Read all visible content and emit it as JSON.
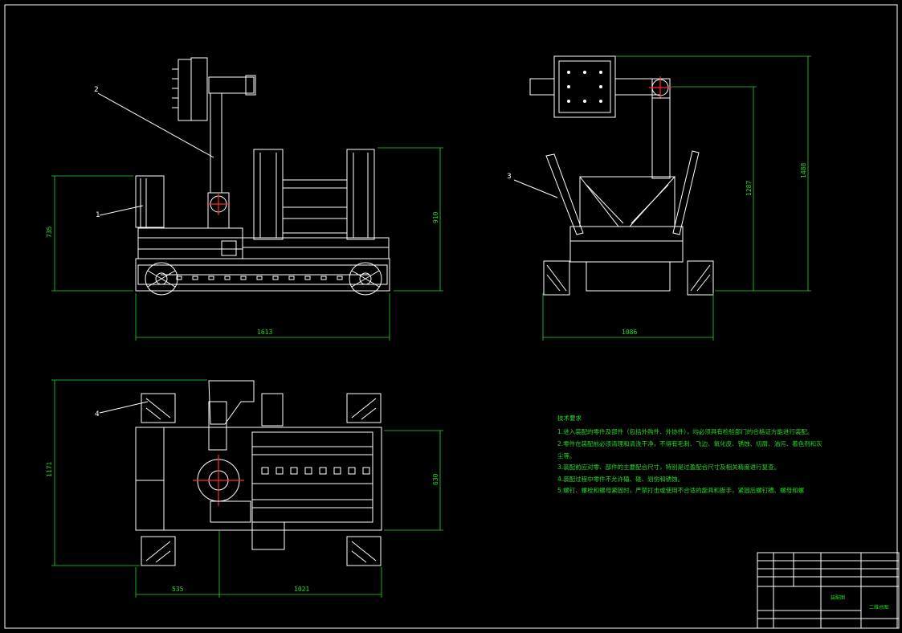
{
  "drawing": {
    "background": "#000000",
    "line_color": "#ffffff",
    "dimension_color": "#22dd22",
    "centerline_color": "#ff2a2a"
  },
  "callouts": [
    "1",
    "2",
    "3",
    "4"
  ],
  "dimensions": {
    "front_height": "735",
    "front_right_height": "910",
    "front_width": "1613",
    "side_width": "1086",
    "side_height_1": "1287",
    "side_height_2": "1488",
    "top_depth": "1171",
    "top_inner": "630",
    "top_width_left": "535",
    "top_width_right": "1021"
  },
  "tech_notes": {
    "title": "技术要求",
    "items": [
      "1.进入装配的零件及部件（包括外购件、外协件），均必须具有检验部门的合格证方能进行装配。",
      "2.零件在装配前必须清理和清洗干净，不得有毛刺、飞边、氧化皮、锈蚀、切屑、油污、着色剂和灰",
      "尘等。",
      "3.装配前应对零、部件的主要配合尺寸，特别是过盈配合尺寸及相关精度进行复查。",
      "4.装配过程中零件不允许磕、碰、划伤和锈蚀。",
      "5.螺钉、螺栓和螺母紧固时，严禁打击或使用不合适的旋具和扳手，紧固后螺钉槽、螺母和螺"
    ]
  },
  "title_block": {
    "drawing_name": "装配图",
    "drawing_number": "二维总图"
  }
}
